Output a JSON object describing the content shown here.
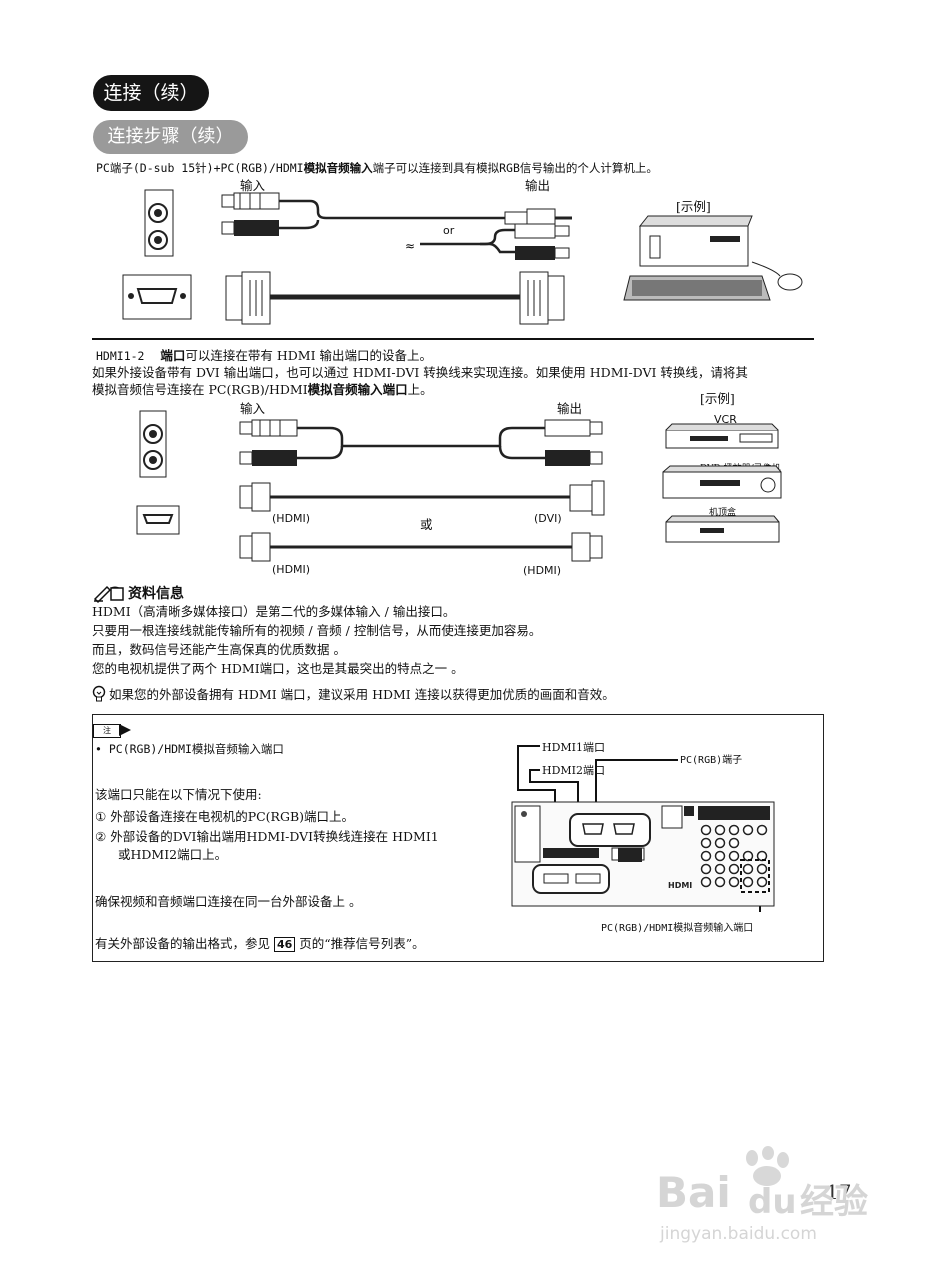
{
  "header": {
    "title": "连接（续）",
    "subtitle": "连接步骤（续）"
  },
  "pc_section": {
    "intro_pre": "PC端子(D-sub 15针)+PC(RGB)/HDMI",
    "intro_bold": "模拟音频输入",
    "intro_post": "端子可以连接到具有模拟RGB信号输出的个人计算机上。",
    "input_label": "输入",
    "output_label": "输出",
    "or_label": "or",
    "example_label": "[示例]"
  },
  "hdmi_section": {
    "line1_code": "HDMI1-2",
    "line1_bold": "端口",
    "line1_rest": "可以连接在带有 HDMI 输出端口的设备上。",
    "line2": "如果外接设备带有 DVI 输出端口，也可以通过 HDMI-DVI 转换线来实现连接。如果使用 HDMI-DVI 转换线，请将其",
    "line3_pre": "模拟音频信号连接在 PC(RGB)/HDMI",
    "line3_bold": "模拟音频输入端口",
    "line3_post": "上。",
    "input_label": "输入",
    "output_label": "输出",
    "example_label": "[示例]",
    "device_vcr": "VCR",
    "device_dvd": "DVD 播放器/录像机",
    "device_stb": "机顶盒",
    "cable1_left": "(HDMI)",
    "cable1_right": "(DVI)",
    "cable_or": "或",
    "cable2_left": "(HDMI)",
    "cable2_right": "(HDMI)"
  },
  "info": {
    "title": "资料信息",
    "lines": [
      "HDMI（高清晰多媒体接口）是第二代的多媒体输入 / 输出接口。",
      "只要用一根连接线就能传输所有的视频 / 音频 / 控制信号，从而使连接更加容易。",
      "而且，数码信号还能产生高保真的优质数据 。",
      "您的电视机提供了两个 HDMI端口，这也是其最突出的特点之一 。"
    ],
    "tip": "如果您的外部设备拥有 HDMI 端口，建议采用 HDMI 连接以获得更加优质的画面和音效。"
  },
  "note": {
    "tag": "注",
    "bullet": "• PC(RGB)/HDMI模拟音频输入端口",
    "usage": "该端口只能在以下情况下使用:",
    "item1_num": "①",
    "item1": "外部设备连接在电视机的PC(RGB)端口上。",
    "item2_num": "②",
    "item2a": "外部设备的DVI输出端用HDMI-DVI转换线连接在 HDMI1",
    "item2b": "或HDMI2端口上。",
    "ensure": "确保视频和音频端口连接在同一台外部设备上 。",
    "ref_pre": "有关外部设备的输出格式，参见",
    "ref_page": "46",
    "ref_post": "页的“推荐信号列表”。",
    "label_hdmi1": "HDMI1端口",
    "label_hdmi2": "HDMI2端口",
    "label_pc": "PC(RGB)端子",
    "label_audio": "PC(RGB)/HDMI模拟音频输入端口"
  },
  "page_number": "17",
  "watermark": {
    "brand": "Bai",
    "brand2": "du",
    "cn": "经验",
    "url": "jingyan.baidu.com"
  }
}
